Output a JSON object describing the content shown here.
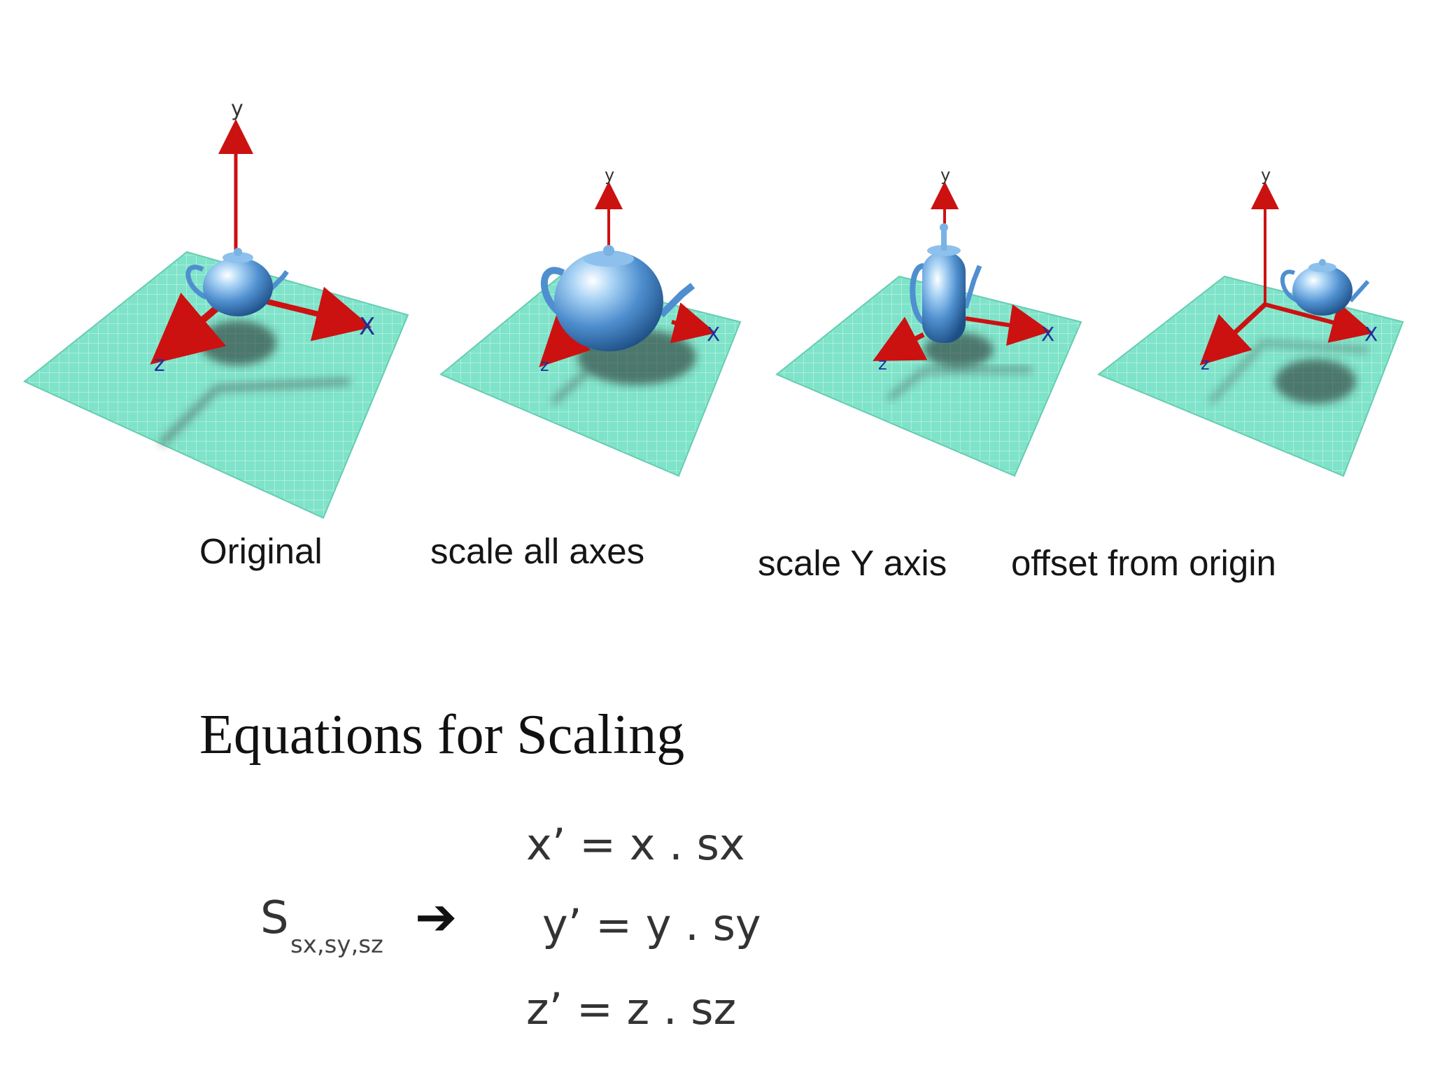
{
  "panels": [
    {
      "caption": "Original"
    },
    {
      "caption": "scale all axes"
    },
    {
      "caption": "scale Y axis"
    },
    {
      "caption": "offset from origin"
    }
  ],
  "axis_labels": {
    "x": "X",
    "y": "y",
    "z": "z"
  },
  "heading": "Equations for Scaling",
  "equation": {
    "symbol": "S",
    "subscript": "sx,sy,sz",
    "arrow": "➔",
    "lines": [
      "x’ = x . sx",
      "y’ = y . sy",
      "z’ = z . sz"
    ]
  },
  "colors": {
    "plane": "#7fe3c9",
    "grid": "#b7f1e3",
    "axis_red": "#cc1111",
    "axis_blue": "#1f2f9c",
    "teapot": "#5f9ed8"
  },
  "icons": [
    "teapot-icon",
    "arrow-right-icon"
  ]
}
